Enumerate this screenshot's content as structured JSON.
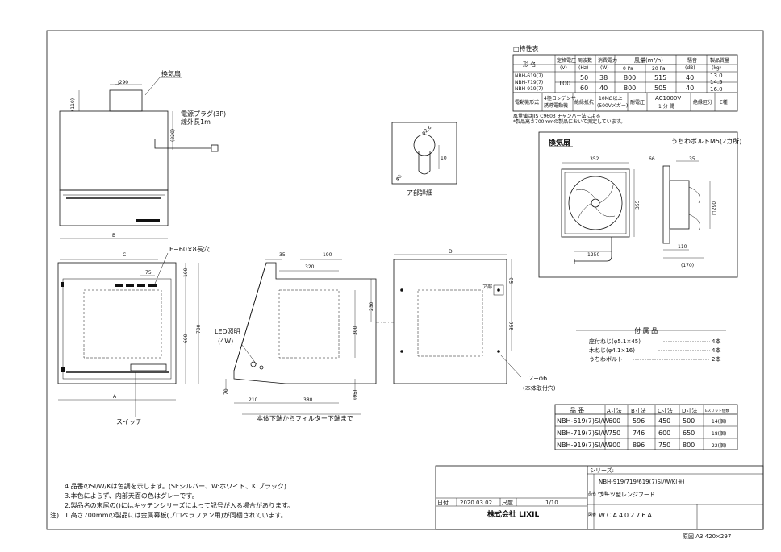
{
  "drawing": {
    "spec_title": "□特性表",
    "spec_headers": {
      "model": "形  名",
      "voltage": "定格電圧",
      "voltage_unit": "(V)",
      "freq": "周波数",
      "freq_unit": "(Hz)",
      "power": "消費電力",
      "power_unit": "(W)",
      "airflow": "風量(m³/h)",
      "airflow_0": "0 Pa",
      "airflow_20": "20 Pa",
      "noise": "騒音",
      "noise_unit": "(dB)",
      "mass": "製品質量",
      "mass_unit": "(kg)"
    },
    "spec_rows": {
      "models": [
        "NBH-619(7)",
        "NBH-719(7)",
        "NBH-919(7)"
      ],
      "voltage": "100",
      "freq_50": "50",
      "freq_60": "60",
      "power_50": "38",
      "power_60": "40",
      "air0_50": "800",
      "air0_60": "800",
      "air20_50": "515",
      "air20_60": "505",
      "noise_50": "40",
      "noise_60": "40",
      "mass": [
        "13.0",
        "14.5",
        "16.0"
      ]
    },
    "spec_row2": {
      "motor_label": "電動機形式",
      "motor_value_1": "4極コンデンサー",
      "motor_value_2": "誘導電動機",
      "insulation_label": "絶縁抵抗",
      "insulation_value_1": "10MΩ以上",
      "insulation_value_2": "(500Vメガー)",
      "withstand_label": "耐電圧",
      "withstand_value_1": "AC1000V",
      "withstand_value_2": "1 分 間",
      "class_label": "絶縁区分",
      "class_value": "E種"
    },
    "spec_note_1": "風量値はJIS C9603 チャンバー法による",
    "spec_note_2": "*製品高さ700mmの製品において測定しています。",
    "fan_box_title": "換気扇",
    "fan_bolt_label": "うちわボルトM5(2カ所)",
    "fan_dims": {
      "d352": "352",
      "d355": "355",
      "d66": "66",
      "d35": "35",
      "d1250": "1250",
      "d110": "110",
      "d170": "(170)",
      "d290": "□290"
    },
    "detail_label": "ア部詳細",
    "detail_dims": {
      "d1": "φ2.6",
      "d2": "10",
      "d3": "φ6"
    },
    "top_view": {
      "label": "換気扇",
      "d290": "□290",
      "d110": "(110)",
      "d220": "(220)",
      "plug_label_1": "電源プラグ(3P)",
      "plug_label_2": "線外長1m",
      "dim_b": "B"
    },
    "front_view": {
      "dim_c": "C",
      "dim_75": "75",
      "dim_100": "100",
      "dim_600": "600",
      "dim_700": "700",
      "slot_label": "E−60×8長穴",
      "dim_a": "A",
      "switch_label": "スイッチ"
    },
    "side_view": {
      "d35": "35",
      "d190": "190",
      "d320": "320",
      "d230": "230",
      "d300": "300",
      "led_label_1": "LED照明",
      "led_label_2": "(4W)",
      "d70": "70",
      "d95": "(95)",
      "d210": "210",
      "d380": "380",
      "bottom_note": "本体下端からフィルター下端まで"
    },
    "back_view": {
      "dim_d": "D",
      "d50": "50",
      "d350": "350",
      "a_label": "ア部",
      "holes_1": "2−φ6",
      "holes_2": "(本体取付穴)"
    },
    "accessories": {
      "title": "付  属  品",
      "items": [
        {
          "name": "座付ねじ(φ5.1×45)",
          "qty": "4本"
        },
        {
          "name": "木ねじ(φ4.1×16)",
          "qty": "4本"
        },
        {
          "name": "うちわボルト",
          "qty": "2本"
        }
      ]
    },
    "dim_table": {
      "headers": [
        "品  番",
        "A寸法",
        "B寸法",
        "C寸法",
        "D寸法",
        "Eスリット個数"
      ],
      "rows": [
        [
          "NBH-619(7)SI/W",
          "600",
          "596",
          "450",
          "500",
          "14(個)"
        ],
        [
          "NBH-719(7)SI/W",
          "750",
          "746",
          "600",
          "650",
          "18(個)"
        ],
        [
          "NBH-919(7)SI/W",
          "900",
          "896",
          "750",
          "800",
          "22(個)"
        ]
      ]
    },
    "notes": [
      "4.品番のSI/W/Kは色調を示します。(SI:シルバー、W:ホワイト、K:ブラック)",
      "3.本色によらず、内部天面の色はグレーです。",
      "2.製品名の末尾の()にはキッチンシリーズによって記号が入る場合があります。",
      "1.高さ700mmの製品には金属幕板(プロペラファン用)が同梱されています。"
    ],
    "notes_prefix": "注)",
    "title_block": {
      "date_label": "日付",
      "date": "2020.03.02",
      "scale_label": "尺度",
      "scale": "1/10",
      "company": "株式会社 LIXIL",
      "series_label": "シリーズ:",
      "product_label": "品名・名称",
      "product_code": "NBH-919/719/619(7)SI/W/K(※)",
      "product_name": "ブーツ型レンジフード",
      "drawing_no_label": "図番",
      "drawing_no": "WCA40276A",
      "paper": "原図 A3 420×297"
    }
  }
}
